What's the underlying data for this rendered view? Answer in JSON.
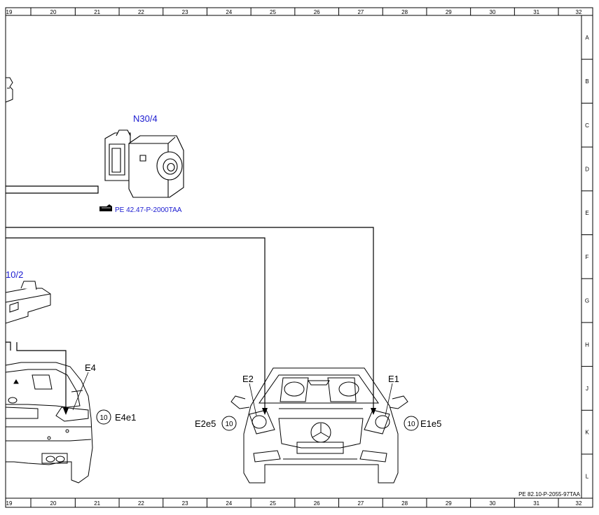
{
  "grid": {
    "columns": [
      "19",
      "20",
      "21",
      "22",
      "23",
      "24",
      "25",
      "26",
      "27",
      "28",
      "29",
      "30",
      "31",
      "32"
    ],
    "rows": [
      "A",
      "B",
      "C",
      "D",
      "E",
      "F",
      "G",
      "H",
      "J",
      "K",
      "L"
    ]
  },
  "components": {
    "n30_4": {
      "label": "N30/4",
      "reference": "PE 42.47-P-2000TAA"
    },
    "n10_2": {
      "label": "10/2"
    },
    "e4": {
      "label": "E4",
      "badge": "10",
      "sub_label": "E4e1"
    },
    "e2": {
      "label": "E2",
      "badge": "10",
      "sub_label": "E2e5"
    },
    "e1": {
      "label": "E1",
      "badge": "10",
      "sub_label": "E1e5"
    }
  },
  "footer": {
    "doc_code": "PE 82.10-P-2055-97TAA"
  },
  "colors": {
    "line": "#000000",
    "reference_text": "#1a1ad0",
    "background": "#ffffff"
  }
}
